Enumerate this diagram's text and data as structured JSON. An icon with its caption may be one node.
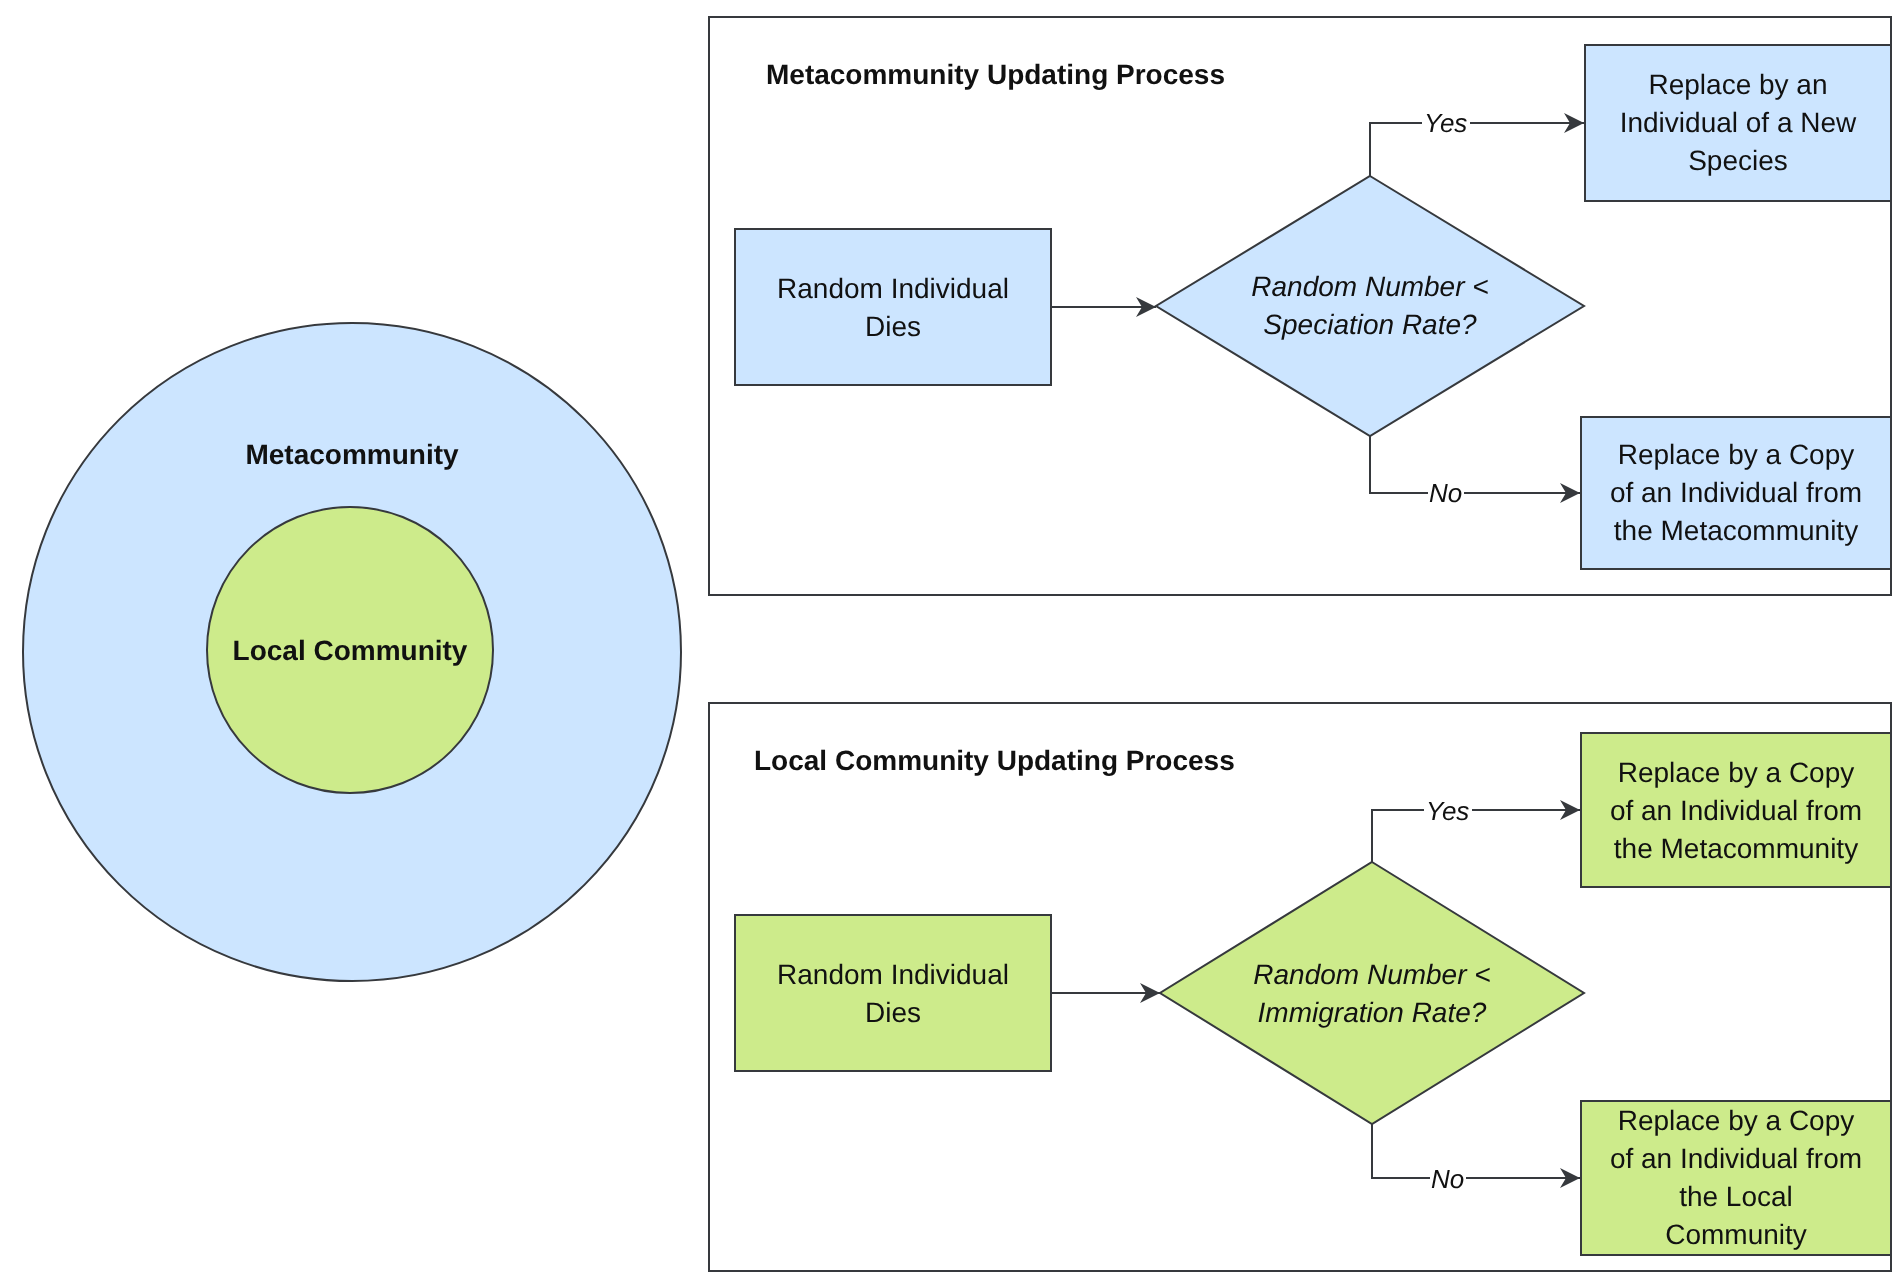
{
  "diagram": {
    "nodes": [
      {
        "text": [
          "Metacommunity"
        ]
      },
      {
        "text": [
          "Local Community"
        ],
        "in": 0
      },
      {
        "text": [
          "Metacommunity Updating Process"
        ]
      },
      {
        "text": [
          "Random Individual Dies"
        ],
        "in": 2
      },
      {
        "text": [
          "Random Number < Speciation Rate?"
        ],
        "in": 2
      },
      {
        "text": [
          "Replace by an Individual of a New Species"
        ],
        "in": 2
      },
      {
        "text": [
          "Replace by a Copy of an Individual from the Metacommunity"
        ],
        "in": 2
      },
      {
        "text": [
          "Local Community Updating Process"
        ]
      },
      {
        "text": [
          "Random Individual Dies"
        ],
        "in": 7
      },
      {
        "text": [
          "Random Number < Immigration Rate?"
        ],
        "in": 7
      },
      {
        "text": [
          "Replace by a Copy of an Individual from the Metacommunity"
        ],
        "in": 7
      },
      {
        "text": [
          "Replace by a Copy of an Individual from the Local Community"
        ],
        "in": 7
      }
    ],
    "edges": [
      {
        "from": 3,
        "to": 4,
        "arrow": "to"
      },
      {
        "from": 4,
        "to": 5,
        "arrow": "to",
        "label": "Yes"
      },
      {
        "from": 4,
        "to": 6,
        "arrow": "to",
        "label": "No"
      },
      {
        "from": 8,
        "to": 9,
        "arrow": "to"
      },
      {
        "from": 9,
        "to": 10,
        "arrow": "to",
        "label": "Yes"
      },
      {
        "from": 9,
        "to": 11,
        "arrow": "to",
        "label": "No"
      }
    ]
  }
}
